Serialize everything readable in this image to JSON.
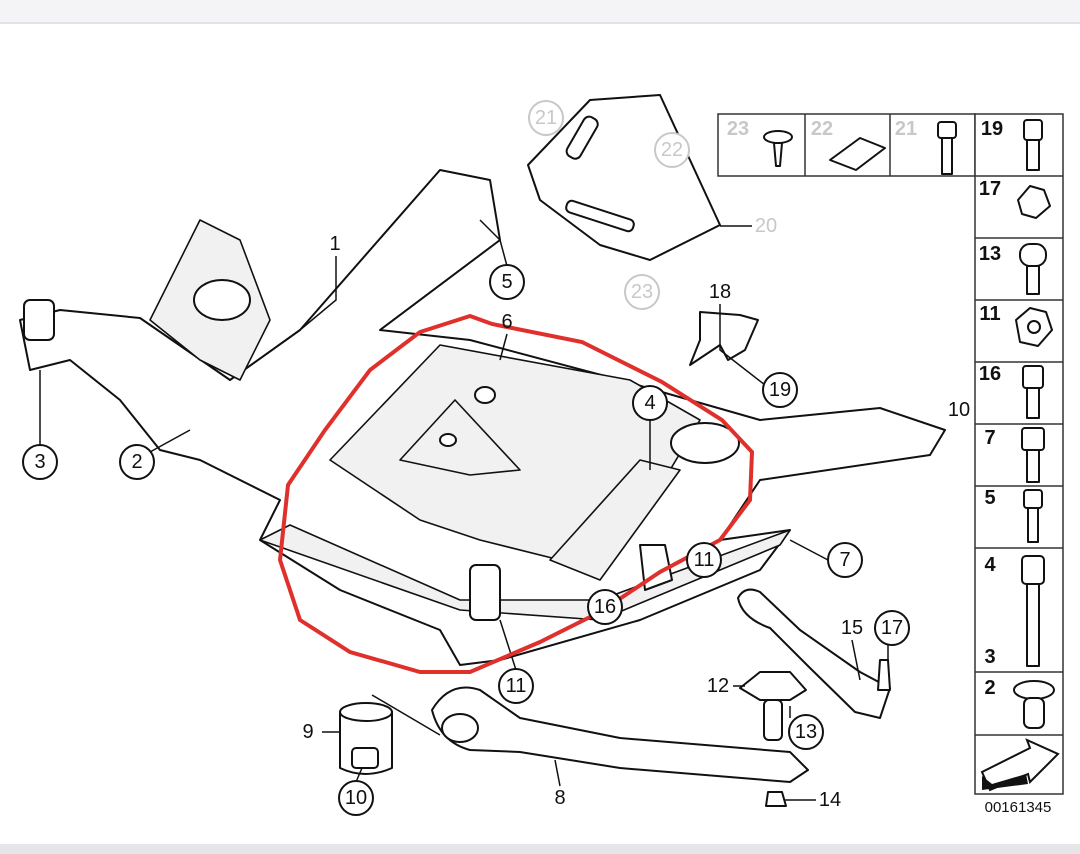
{
  "diagram": {
    "part_number": "00161345",
    "highlight_color": "#e0302c",
    "circled_callouts": [
      "21",
      "22",
      "23",
      "5",
      "3",
      "2",
      "4",
      "19",
      "7",
      "11",
      "16",
      "11",
      "17",
      "13",
      "10"
    ],
    "plain_callouts": [
      "1",
      "6",
      "20",
      "18",
      "9",
      "8",
      "12",
      "14",
      "15",
      "10"
    ],
    "hardware_top_row": [
      "23",
      "22",
      "21",
      "19"
    ],
    "hardware_column": [
      "17",
      "13",
      "11",
      "16",
      "7",
      "5",
      "4",
      "3",
      "2"
    ]
  }
}
